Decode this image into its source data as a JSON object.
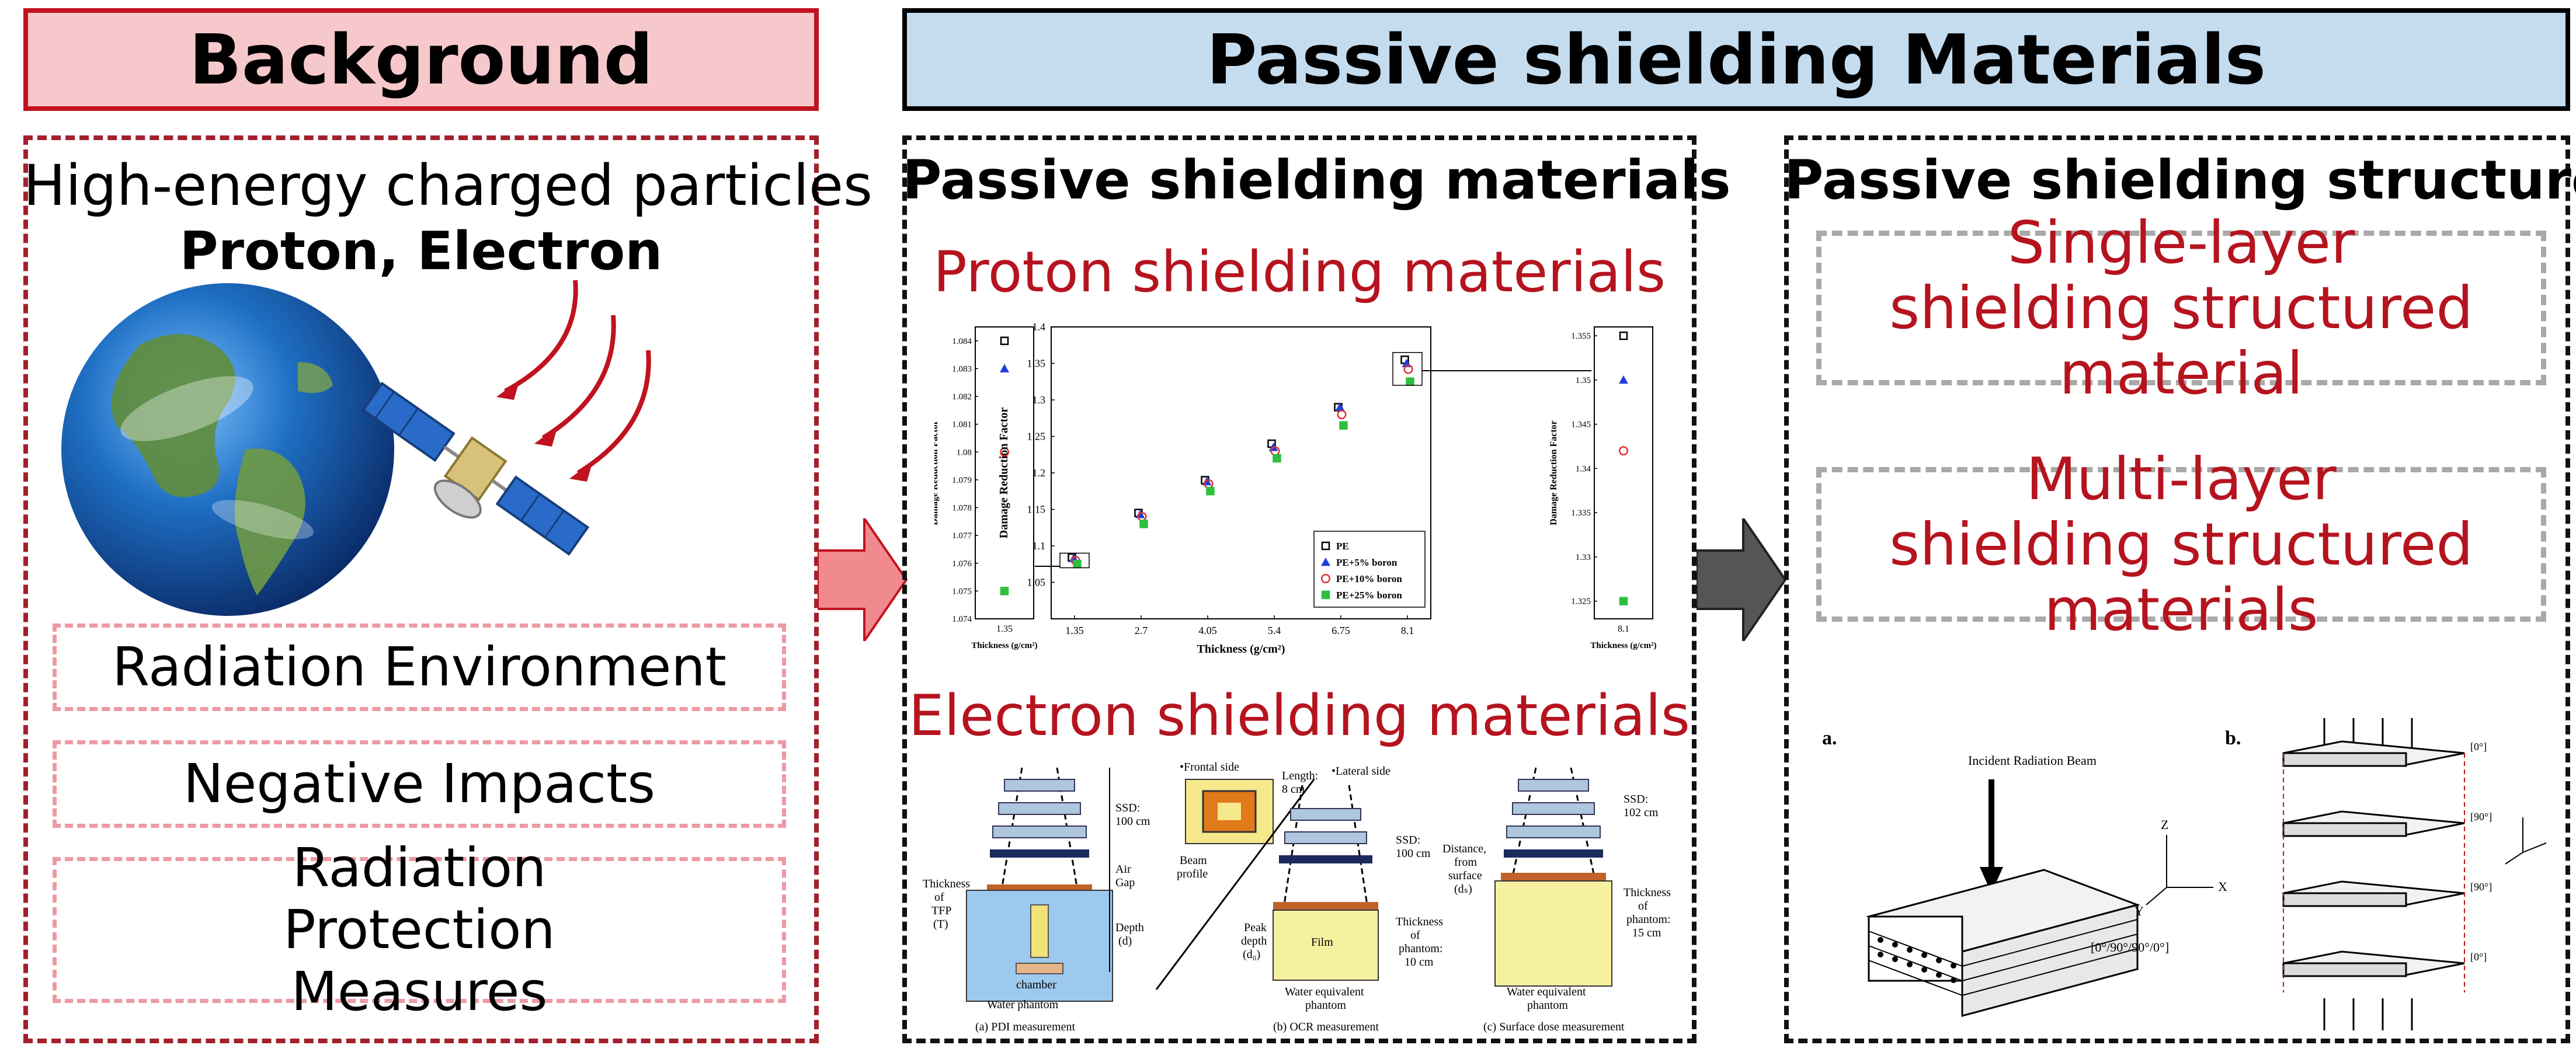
{
  "background": {
    "title": "Background",
    "heading_line1": "High-energy charged particles",
    "heading_line2": "Proton, Electron",
    "items": [
      "Radiation Environment",
      "Negative Impacts",
      "Radiation Protection Measures"
    ]
  },
  "passive": {
    "title": "Passive shielding Materials",
    "materials_col": {
      "title": "Passive shielding materials",
      "proton_label": "Proton shielding materials",
      "electron_label": "Electron shielding materials"
    },
    "structure_col": {
      "title": "Passive shielding structure",
      "single_layer": "Single-layer shielding structured material",
      "multi_layer": "Multi-layer shielding structured materials"
    }
  },
  "colors": {
    "accent_red": "#b5141f",
    "title_red_bg": "#f7c8cb",
    "title_blue_bg": "#c5dcef",
    "arrow_pink": "#f08a8f",
    "arrow_dark": "#555555"
  },
  "chart_data": {
    "type": "scatter",
    "ylabel": "Damage Reduction Factor",
    "xlabel": "Thickness (g/cm²)",
    "x": [
      1.35,
      2.7,
      4.05,
      5.4,
      6.75,
      8.1
    ],
    "ylim": [
      1.0,
      1.4
    ],
    "yticks": [
      "1.05",
      "1.1",
      "1.15",
      "1.2",
      "1.25",
      "1.3",
      "1.35",
      "1.4"
    ],
    "series": [
      {
        "name": "PE",
        "marker": "square",
        "color": "#000000",
        "values": [
          1.084,
          1.145,
          1.19,
          1.24,
          1.29,
          1.355
        ]
      },
      {
        "name": "PE+5% boron",
        "marker": "triangle",
        "color": "#1f3fd6",
        "values": [
          1.083,
          1.143,
          1.188,
          1.235,
          1.29,
          1.35
        ]
      },
      {
        "name": "PE+10% boron",
        "marker": "circle",
        "color": "#e03131",
        "values": [
          1.08,
          1.14,
          1.185,
          1.23,
          1.28,
          1.342
        ]
      },
      {
        "name": "PE+25% boron",
        "marker": "square",
        "color": "#2fbf3f",
        "values": [
          1.075,
          1.13,
          1.175,
          1.22,
          1.265,
          1.325
        ]
      }
    ],
    "inset_left": {
      "xtick": "1.35",
      "yticks": [
        "1.084",
        "1.083",
        "1.082",
        "1.081",
        "1.08",
        "1.079",
        "1.078",
        "1.077",
        "1.076",
        "1.075",
        "1.074"
      ],
      "ylim": [
        1.074,
        1.0845
      ]
    },
    "inset_right": {
      "xtick": "8.1",
      "yticks": [
        "1.355",
        "1.35",
        "1.345",
        "1.34",
        "1.335",
        "1.33",
        "1.325"
      ],
      "ylim": [
        1.323,
        1.356
      ]
    }
  },
  "electron_figs": {
    "a_caption": "(a) PDI measurement",
    "b_caption": "(b) OCR measurement",
    "c_caption": "(c) Surface dose measurement",
    "a_labels": [
      "Thickness",
      "of",
      "TFP",
      "(T)",
      "SSD:",
      "100 cm",
      "Air",
      "Gap",
      "Depth",
      "(d)",
      "chamber",
      "Water phantom"
    ],
    "b_labels": [
      "•Frontal side",
      "Length:",
      "8 cm",
      "•Lateral side",
      "Beam",
      "profile",
      "SSD:",
      "100 cm",
      "Peak",
      "depth",
      "(d₀)",
      "Film",
      "Thickness",
      "of",
      "phantom:",
      "10 cm",
      "Water equivalent",
      "phantom"
    ],
    "c_labels": [
      "SSD:",
      "102 cm",
      "Distance",
      "from",
      "surface",
      "(dₛ)",
      "Thickness",
      "of",
      "phantom:",
      "15 cm",
      "Water equivalent",
      "phantom"
    ]
  },
  "structure_figs": {
    "a_label": "a.",
    "b_label": "b.",
    "beam_label": "Incident Radiation Beam",
    "layup": "[0°/90°/90°/0°]",
    "b_layers": [
      "[0°]",
      "[90°]",
      "[90°]",
      "[0°]"
    ],
    "axes": [
      "Z",
      "X",
      "Y"
    ]
  }
}
